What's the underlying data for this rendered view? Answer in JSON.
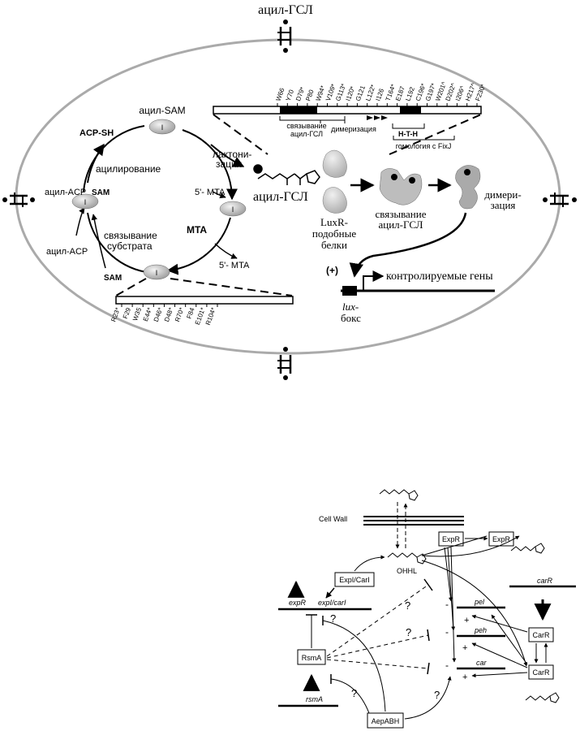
{
  "top": {
    "signal_label": "ацил-ГСЛ",
    "cycle": {
      "acyl_sam": "ацил-SAM",
      "acp_sh": "ACP-SH",
      "acylation": "ацилирование",
      "acyl_acp_sam_a": "ацил-ACP",
      "acyl_acp_sam_b": "SAM",
      "acyl_acp": "ацил-ACP",
      "sam": "SAM",
      "substrate_a": "связывание",
      "substrate_b": "субстрата",
      "mta": "MTA",
      "lactonization_a": "лактони-",
      "lactonization_b": "зация",
      "mta_5_a": "5'- MTA",
      "mta_5_b": "5'- MTA",
      "enzyme_mark": "I",
      "product": "ацил-ГСЛ"
    },
    "luxr": {
      "label_a": "LuxR-",
      "label_b": "подобные",
      "label_c": "белки",
      "binding_a": "связывание",
      "binding_b": "ацил-ГСЛ",
      "dimer_a": "димери-",
      "dimer_b": "зация",
      "plus": "(+)",
      "genes": "контролируемые гены",
      "lux_a": "lux-",
      "lux_b": "бокс"
    },
    "upper_bar": {
      "domain_binding_a": "связывание",
      "domain_binding_b": "ацил-ГСЛ",
      "domain_dimer": "димеризация",
      "hth": "H-T-H",
      "fixj": "гомология с FixJ",
      "residues": [
        "W66",
        "Y70",
        "D79*",
        "P80",
        "W94*",
        "V109*",
        "G113*",
        "I120*",
        "G121",
        "L122*",
        "I126",
        "T164*",
        "E187",
        "L192",
        "C196*",
        "G197*",
        "W201^",
        "D202^",
        "I206^",
        "H217^",
        "F230*"
      ]
    },
    "lower_bar": {
      "residues": [
        "R23*",
        "F29",
        "W35",
        "E44*",
        "D46*",
        "D48*",
        "R70*",
        "F84",
        "E101*",
        "R104*"
      ]
    }
  },
  "bottom": {
    "cell_wall": "Cell Wall",
    "ohhl": "OHHL",
    "expR_box_1": "ExpR",
    "expR_box_2": "ExpR",
    "expI_box": "ExpI/CarI",
    "carR_gene": "carR",
    "expR_gene": "expR",
    "expI_gene": "expI/carI",
    "pel": "pel",
    "peh": "peh",
    "car": "car",
    "carR_box_1": "CarR",
    "carR_box_2": "CarR",
    "rsmA_box": "RsmA",
    "rsmA_gene": "rsmA",
    "aep_box": "AepABH",
    "q": "?",
    "minus": "-",
    "plus": "+"
  }
}
